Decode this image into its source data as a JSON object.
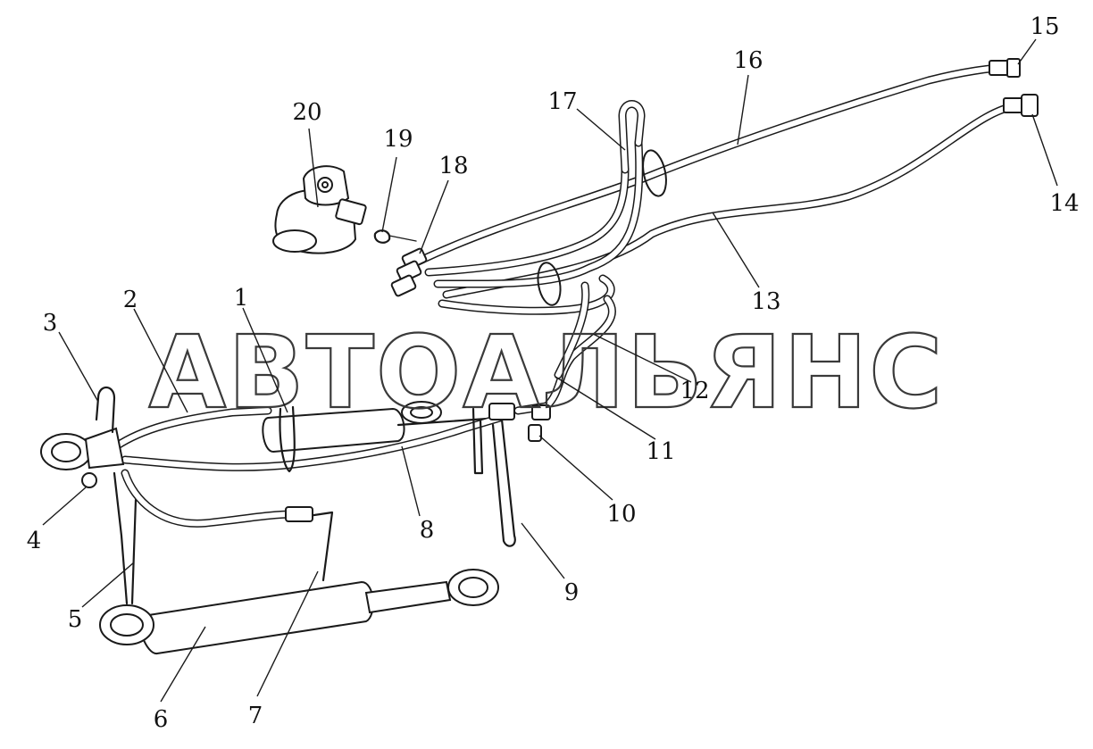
{
  "watermark": "АВТОАЛЬЯНС",
  "callouts": [
    "1",
    "2",
    "3",
    "4",
    "5",
    "6",
    "7",
    "8",
    "9",
    "10",
    "11",
    "12",
    "13",
    "14",
    "15",
    "16",
    "17",
    "18",
    "19",
    "20"
  ]
}
